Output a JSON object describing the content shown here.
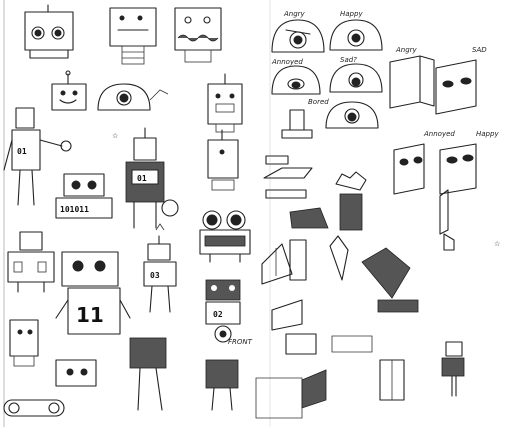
{
  "labels": {
    "angry_top": "Angry",
    "happy_top": "Happy",
    "annoyed_1": "Annoyed",
    "sad_1": "Sad?",
    "bored": "Bored",
    "angry_right": "Angry",
    "sad_right": "SAD",
    "annoyed_right": "Annoyed",
    "happy_right": "Happy",
    "front": "FRONT"
  },
  "numbers": {
    "chest_01_left": "01",
    "chest_01_middle": "01",
    "binary_display": "101011",
    "chest_03": "03",
    "chest_11": "11",
    "chest_02": "02"
  }
}
